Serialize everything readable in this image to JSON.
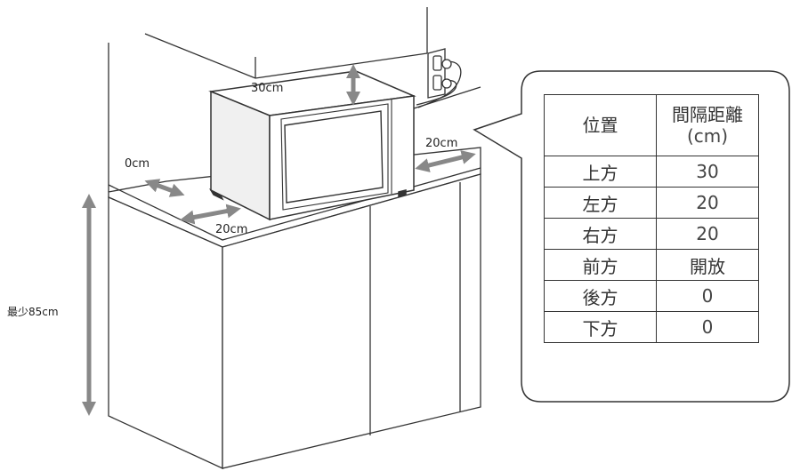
{
  "dimensions": {
    "top": "30cm",
    "side_left": "0cm",
    "front": "20cm",
    "side_right": "20cm",
    "min_height": "最少85cm"
  },
  "table": {
    "header_position": "位置",
    "header_distance_line1": "間隔距離",
    "header_distance_line2": "(cm)",
    "rows": [
      {
        "position": "上方",
        "distance": "30"
      },
      {
        "position": "左方",
        "distance": "20"
      },
      {
        "position": "右方",
        "distance": "20"
      },
      {
        "position": "前方",
        "distance": "開放"
      },
      {
        "position": "後方",
        "distance": "0"
      },
      {
        "position": "下方",
        "distance": "0"
      }
    ]
  },
  "colors": {
    "line": "#333333",
    "arrow": "#888888",
    "oven_side": "#f0f0f0",
    "oven_front": "#ffffff"
  }
}
